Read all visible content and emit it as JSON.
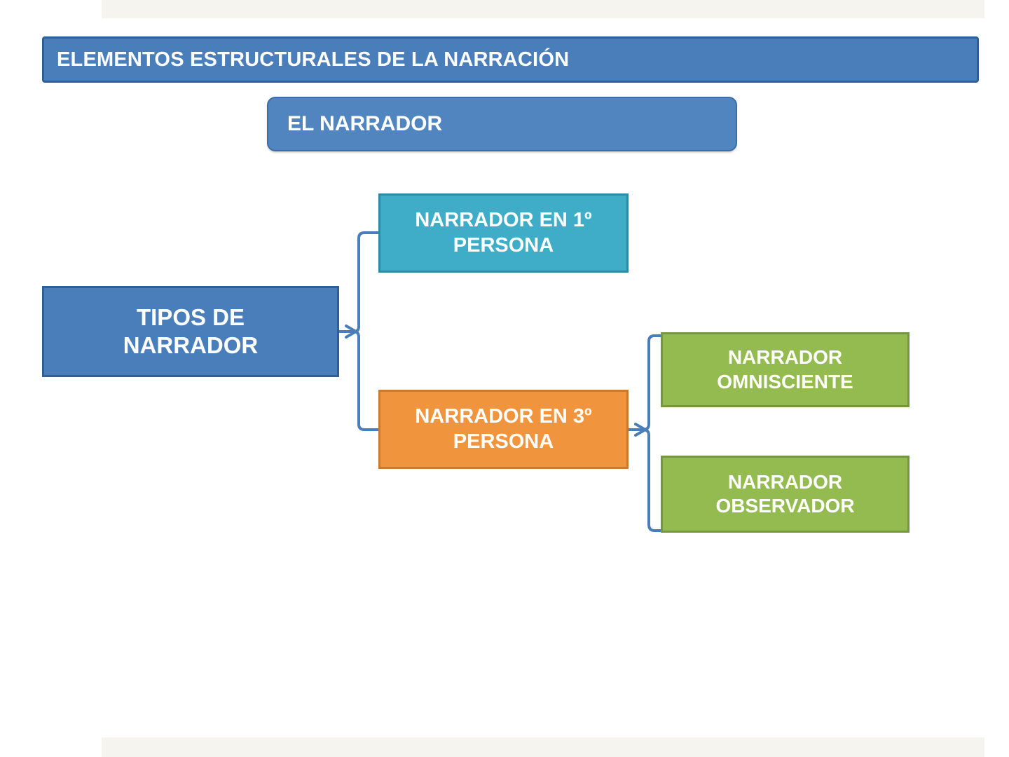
{
  "slide": {
    "title": "ELEMENTOS ESTRUCTURALES DE LA NARRACIÓN",
    "background_color": "#ffffff",
    "band_color": "#f5f4ef"
  },
  "diagram": {
    "type": "hierarchy-tree",
    "root": {
      "id": "el-narrador",
      "label": "EL NARRADOR",
      "color": "#5185bf",
      "border_color": "#3c6ea3"
    },
    "nodes": [
      {
        "id": "tipos-de-narrador",
        "label": "TIPOS DE NARRADOR",
        "line1": "TIPOS DE",
        "line2": "NARRADOR",
        "color": "#4a7ebb",
        "border_color": "#2f5f96",
        "level": 1
      },
      {
        "id": "narrador-primera-persona",
        "label": "NARRADOR EN 1º PERSONA",
        "line1": "NARRADOR EN 1º",
        "line2": "PERSONA",
        "color": "#3fadc8",
        "border_color": "#2e8ba4",
        "level": 2,
        "parent": "tipos-de-narrador"
      },
      {
        "id": "narrador-tercera-persona",
        "label": "NARRADOR EN 3º PERSONA",
        "line1": "NARRADOR EN 3º",
        "line2": "PERSONA",
        "color": "#f0943e",
        "border_color": "#c87b2c",
        "level": 2,
        "parent": "tipos-de-narrador"
      },
      {
        "id": "narrador-omnisciente",
        "label": "NARRADOR OMNISCIENTE",
        "line1": "NARRADOR",
        "line2": "OMNISCIENTE",
        "color": "#94bb50",
        "border_color": "#76973f",
        "level": 3,
        "parent": "narrador-tercera-persona"
      },
      {
        "id": "narrador-observador",
        "label": "NARRADOR OBSERVADOR",
        "line1": "NARRADOR",
        "line2": "OBSERVADOR",
        "color": "#94bb50",
        "border_color": "#76973f",
        "level": 3,
        "parent": "narrador-tercera-persona"
      }
    ],
    "connector_color": "#4a7ebb"
  }
}
